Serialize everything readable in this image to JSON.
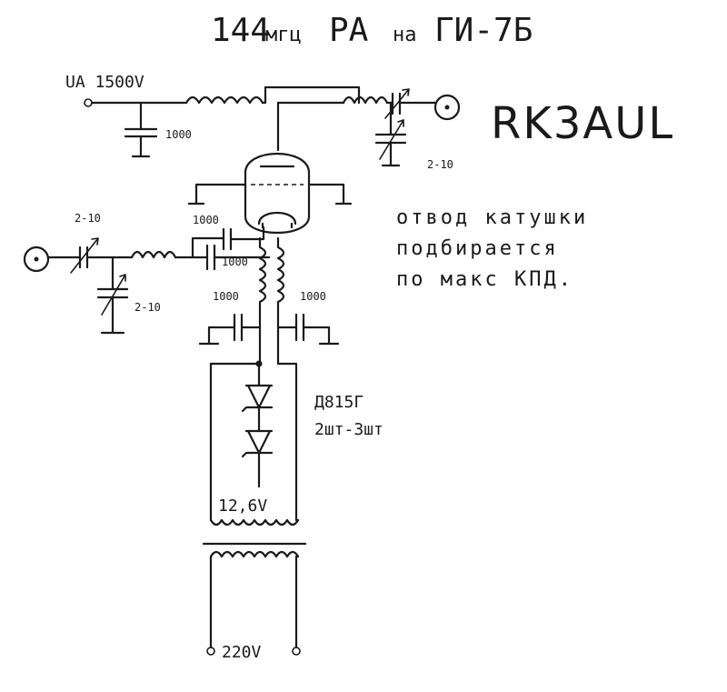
{
  "title": {
    "freq": "144",
    "freq_unit": "мгц",
    "pa": "PA",
    "na": "на",
    "tube": "ГИ-7Б"
  },
  "callsign": "RK3AUL",
  "labels": {
    "anode_supply": "UA 1500V",
    "anode_decoupling_cap": "1000",
    "output_trimmer": "2-10",
    "input_trimmer_series": "2-10",
    "input_trimmer_shunt": "2-10",
    "grid_cap_top": "1000",
    "grid_cap_bottom": "1000",
    "heater_cap_left": "1000",
    "heater_cap_right": "1000",
    "diode_type": "Д815Г",
    "diode_count": "2шт-3шт",
    "transformer_secondary": "12,6V",
    "mains": "220V"
  },
  "note": {
    "line1": "отвод катушки",
    "line2": "подбирается",
    "line3": "по макс КПД."
  },
  "colors": {
    "ink": "#1a1a1a",
    "paper": "#ffffff"
  }
}
